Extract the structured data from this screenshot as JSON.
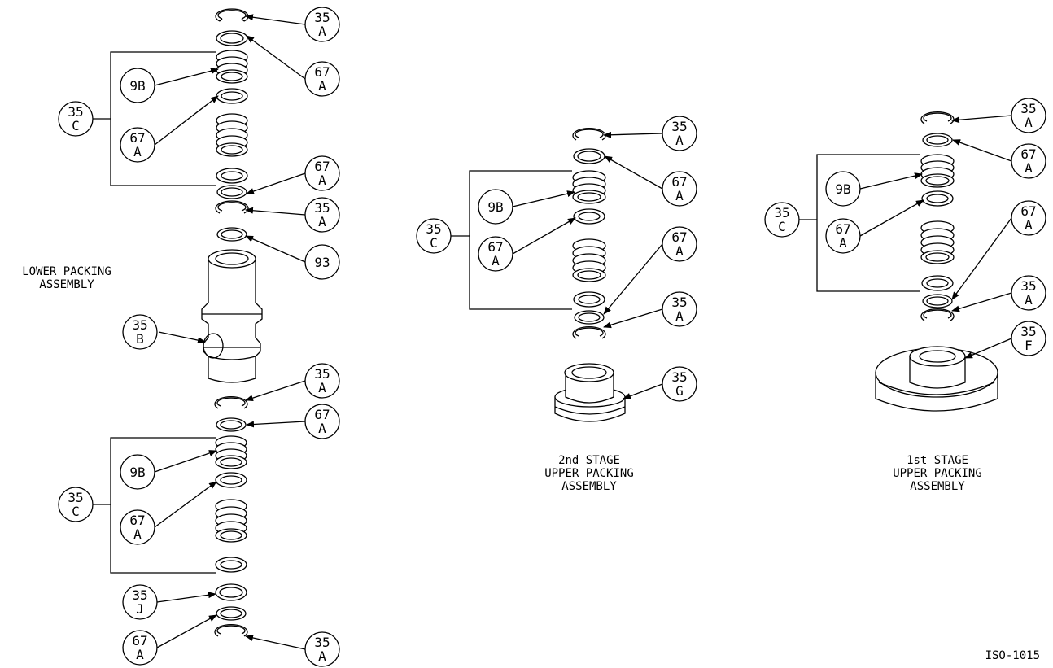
{
  "captions": {
    "lower_line1": "LOWER PACKING",
    "lower_line2": "ASSEMBLY",
    "second_line1": "2nd STAGE",
    "second_line2": "UPPER PACKING",
    "second_line3": "ASSEMBLY",
    "first_line1": "1st STAGE",
    "first_line2": "UPPER PACKING",
    "first_line3": "ASSEMBLY",
    "drawing_number": "ISO-1015"
  },
  "callouts": {
    "lower": [
      {
        "top": "35",
        "bottom": "A"
      },
      {
        "top": "67",
        "bottom": "A"
      },
      {
        "top": "9B",
        "bottom": ""
      },
      {
        "top": "67",
        "bottom": "A"
      },
      {
        "top": "35",
        "bottom": "C"
      },
      {
        "top": "67",
        "bottom": "A"
      },
      {
        "top": "35",
        "bottom": "A"
      },
      {
        "top": "93",
        "bottom": ""
      },
      {
        "top": "35",
        "bottom": "B"
      },
      {
        "top": "35",
        "bottom": "A"
      },
      {
        "top": "67",
        "bottom": "A"
      },
      {
        "top": "9B",
        "bottom": ""
      },
      {
        "top": "67",
        "bottom": "A"
      },
      {
        "top": "35",
        "bottom": "C"
      },
      {
        "top": "35",
        "bottom": "J"
      },
      {
        "top": "67",
        "bottom": "A"
      },
      {
        "top": "35",
        "bottom": "A"
      }
    ],
    "second": [
      {
        "top": "35",
        "bottom": "A"
      },
      {
        "top": "67",
        "bottom": "A"
      },
      {
        "top": "9B",
        "bottom": ""
      },
      {
        "top": "67",
        "bottom": "A"
      },
      {
        "top": "35",
        "bottom": "C"
      },
      {
        "top": "67",
        "bottom": "A"
      },
      {
        "top": "35",
        "bottom": "A"
      },
      {
        "top": "35",
        "bottom": "G"
      }
    ],
    "first": [
      {
        "top": "35",
        "bottom": "A"
      },
      {
        "top": "67",
        "bottom": "A"
      },
      {
        "top": "9B",
        "bottom": ""
      },
      {
        "top": "67",
        "bottom": "A"
      },
      {
        "top": "35",
        "bottom": "C"
      },
      {
        "top": "67",
        "bottom": "A"
      },
      {
        "top": "35",
        "bottom": "A"
      },
      {
        "top": "35",
        "bottom": "F"
      }
    ]
  }
}
